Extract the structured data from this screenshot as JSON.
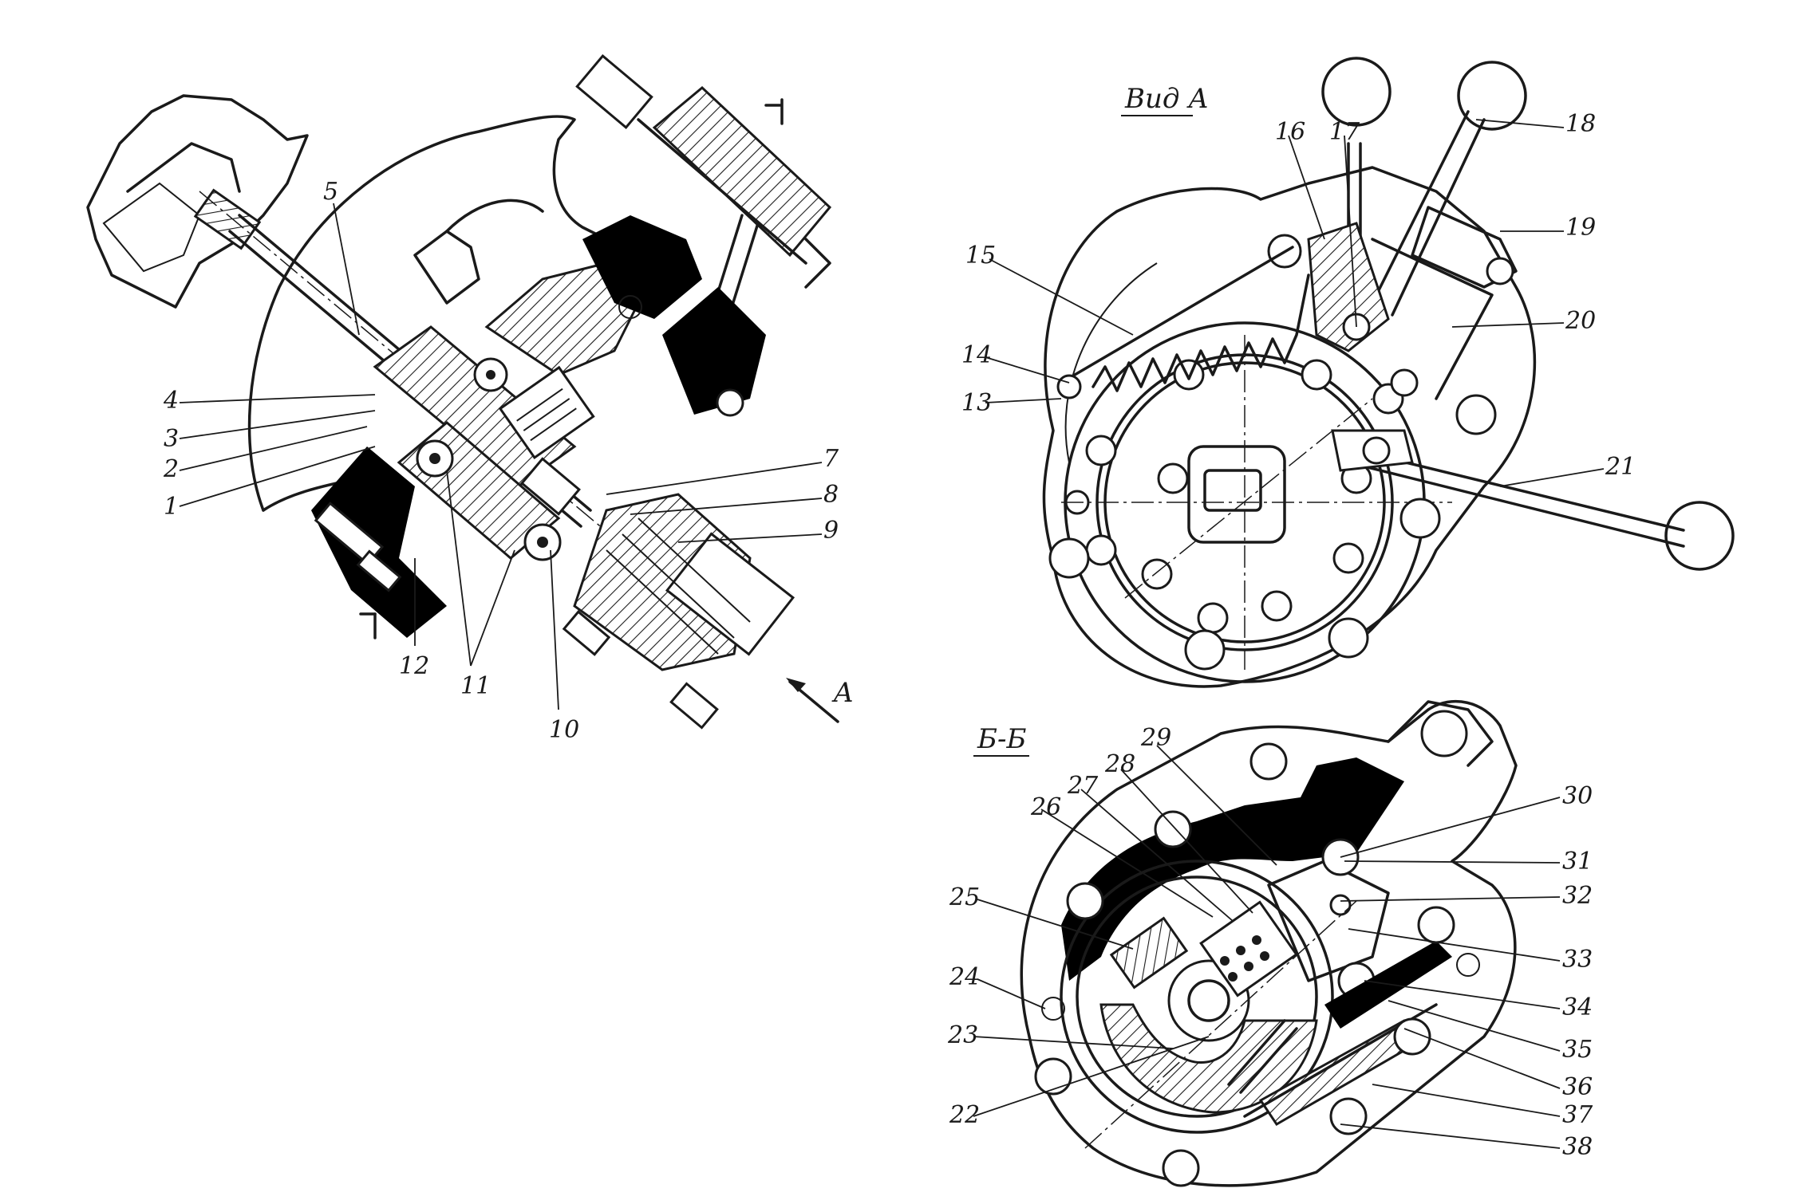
{
  "views": {
    "view_a_title": "Вид А",
    "section_title": "Б-Б",
    "arrow_label": "A"
  },
  "callouts": {
    "left": [
      "1",
      "2",
      "3",
      "4",
      "5",
      "7",
      "8",
      "9",
      "10",
      "11",
      "12"
    ],
    "view_a": [
      "13",
      "14",
      "15",
      "16",
      "17",
      "18",
      "19",
      "20",
      "21"
    ],
    "section_bb": [
      "22",
      "23",
      "24",
      "25",
      "26",
      "27",
      "28",
      "29",
      "30",
      "31",
      "32",
      "33",
      "34",
      "35",
      "36",
      "37",
      "38"
    ]
  },
  "colors": {
    "ink": "#1a1a1a",
    "paper": "#ffffff"
  }
}
